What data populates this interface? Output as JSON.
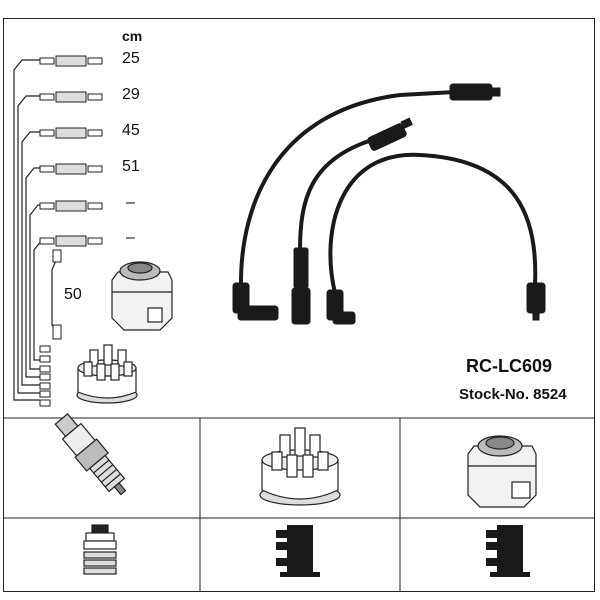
{
  "diagram": {
    "unit_label": "cm",
    "lengths": [
      "25",
      "29",
      "45",
      "51",
      "–",
      "–"
    ],
    "extra_length": "50",
    "product_code": "RC-LC609",
    "stock_number": "Stock-No. 8524"
  },
  "legend_row_1": [
    "spark-plug",
    "distributor-cap",
    "ignition-coil"
  ],
  "legend_row_2": [
    "plug-connector-straight",
    "connector-angled",
    "connector-angled"
  ]
}
